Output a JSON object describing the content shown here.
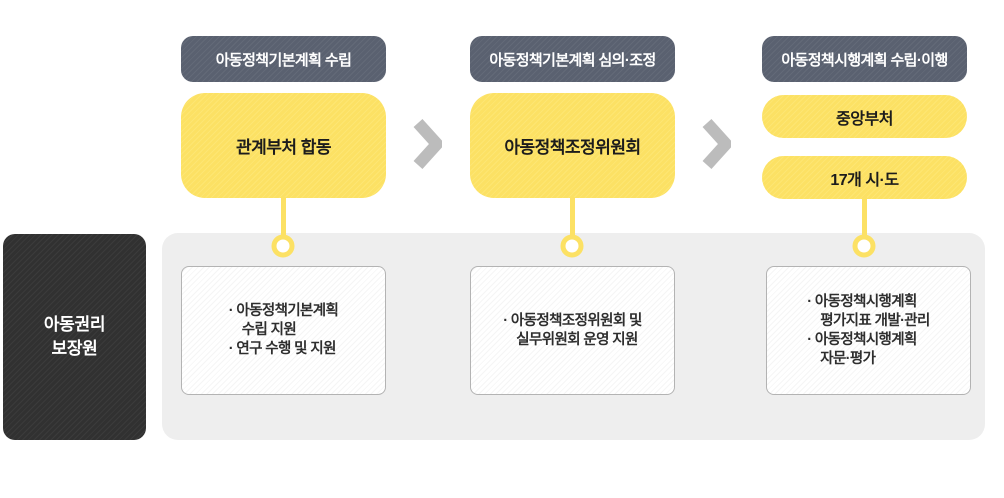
{
  "root": {
    "lines": [
      "아동권리",
      "보장원"
    ]
  },
  "columns": [
    {
      "header": "아동정책기본계획 수립",
      "main": "관계부처 합동",
      "support": [
        "· 아동정책기본계획",
        "수립 지원",
        "· 연구 수행 및 지원"
      ]
    },
    {
      "header": "아동정책기본계획 심의·조정",
      "main": "아동정책조정위원회",
      "support": [
        "· 아동정책조정위원회 및",
        "실무위원회 운영 지원"
      ]
    },
    {
      "header": "아동정책시행계획 수립·이행",
      "mains": [
        "중앙부처",
        "17개 시·도"
      ],
      "support": [
        "· 아동정책시행계획",
        "평가지표 개발·관리",
        "· 아동정책시행계획",
        "자문·평가"
      ]
    }
  ],
  "icons": {
    "flow_arrow": "❯",
    "connector_node": "○"
  },
  "colors": {
    "yellow": "#fce164",
    "slate_header": "#5a6170",
    "root_dark": "#333333",
    "panel_gray": "#eeeeee",
    "chevron_gray": "#bcbcbc",
    "support_border": "#b3b3b3",
    "text_dark": "#2e2e2e"
  }
}
